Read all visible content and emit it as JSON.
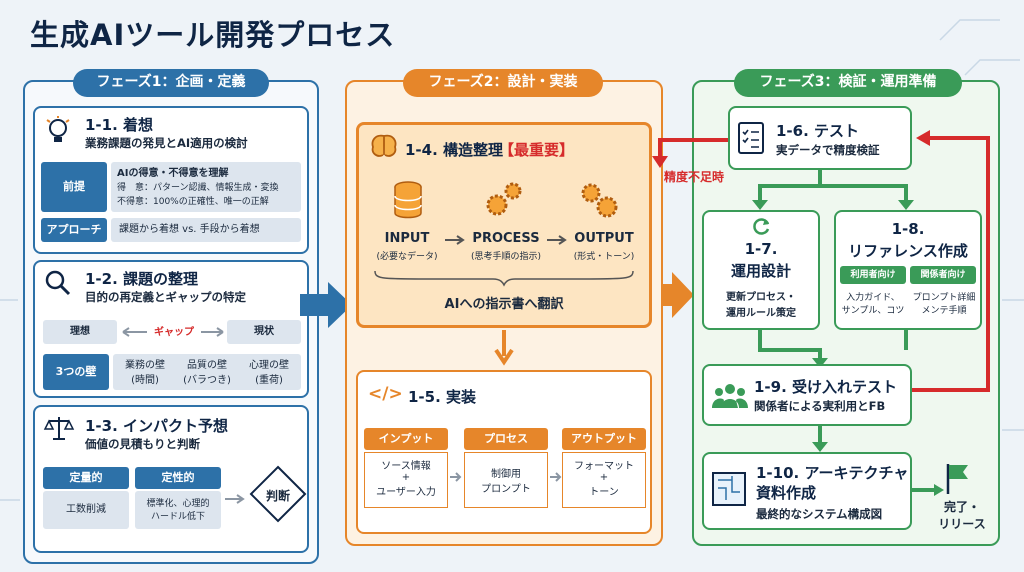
{
  "title": "生成AIツール開発プロセス",
  "phases": [
    {
      "label": "フェーズ1：企画・定義",
      "color": "#2d71a8"
    },
    {
      "label": "フェーズ2：設計・実装",
      "color": "#e6862a"
    },
    {
      "label": "フェーズ3：検証・運用準備",
      "color": "#3a9b58"
    }
  ],
  "s1_1": {
    "title": "1-1. 着想",
    "subtitle": "業務課題の発見とAI適用の検討",
    "premise_label": "前提",
    "premise_heading": "AIの得意・不得意を理解",
    "strength": "得　意：パターン認識、情報生成・変換",
    "weakness": "不得意：100%の正確性、唯一の正解",
    "approach_label": "アプローチ",
    "approach_text": "課題から着想 vs. 手段から着想"
  },
  "s1_2": {
    "title": "1-2. 課題の整理",
    "subtitle": "目的の再定義とギャップの特定",
    "ideal": "理想",
    "gap": "ギャップ",
    "current": "現状",
    "walls_label": "3つの壁",
    "walls": [
      {
        "name": "業務の壁",
        "detail": "(時間)"
      },
      {
        "name": "品質の壁",
        "detail": "(バラつき)"
      },
      {
        "name": "心理の壁",
        "detail": "(重荷)"
      }
    ]
  },
  "s1_3": {
    "title": "1-3. インパクト予想",
    "subtitle": "価値の見積もりと判断",
    "quant_label": "定量的",
    "quant_text": "工数削減",
    "qual_label": "定性的",
    "qual_text1": "標準化、心理的",
    "qual_text2": "ハードル低下",
    "decision": "判断"
  },
  "s1_4": {
    "title": "1-4. 構造整理",
    "emphasis": "【最重要】",
    "input": "INPUT",
    "input_sub": "(必要なデータ)",
    "process": "PROCESS",
    "process_sub": "(思考手順の指示)",
    "output": "OUTPUT",
    "output_sub": "(形式・トーン)",
    "translate": "AIへの指示書へ翻訳"
  },
  "s1_5": {
    "title": "1-5. 実装",
    "input_label": "インプット",
    "input_text1": "ソース情報",
    "input_plus": "+",
    "input_text2": "ユーザー入力",
    "process_label": "プロセス",
    "process_text1": "制御用",
    "process_text2": "プロンプト",
    "output_label": "アウトプット",
    "output_text1": "フォーマット",
    "output_plus": "+",
    "output_text2": "トーン"
  },
  "s1_6": {
    "title": "1-6. テスト",
    "subtitle": "実データで精度検証",
    "feedback": "精度不足時"
  },
  "s1_7": {
    "title1": "1-7.",
    "title2": "運用設計",
    "text1": "更新プロセス・",
    "text2": "運用ルール策定"
  },
  "s1_8": {
    "title1": "1-8.",
    "title2": "リファレンス作成",
    "user_tab": "利用者向け",
    "admin_tab": "関係者向け",
    "user_text1": "入力ガイド、",
    "user_text2": "サンプル、コツ",
    "admin_text1": "プロンプト詳細",
    "admin_text2": "メンテ手順"
  },
  "s1_9": {
    "title": "1-9. 受け入れテスト",
    "subtitle": "関係者による実利用とFB"
  },
  "s1_10": {
    "title1": "1-10. アーキテクチャ",
    "title2": "資料作成",
    "subtitle": "最終的なシステム構成図"
  },
  "finish": {
    "line1": "完了・",
    "line2": "リリース"
  },
  "colors": {
    "blue": "#2d71a8",
    "orange": "#e6862a",
    "green": "#3a9b58",
    "red": "#d62b2b",
    "navy": "#0f2545"
  }
}
